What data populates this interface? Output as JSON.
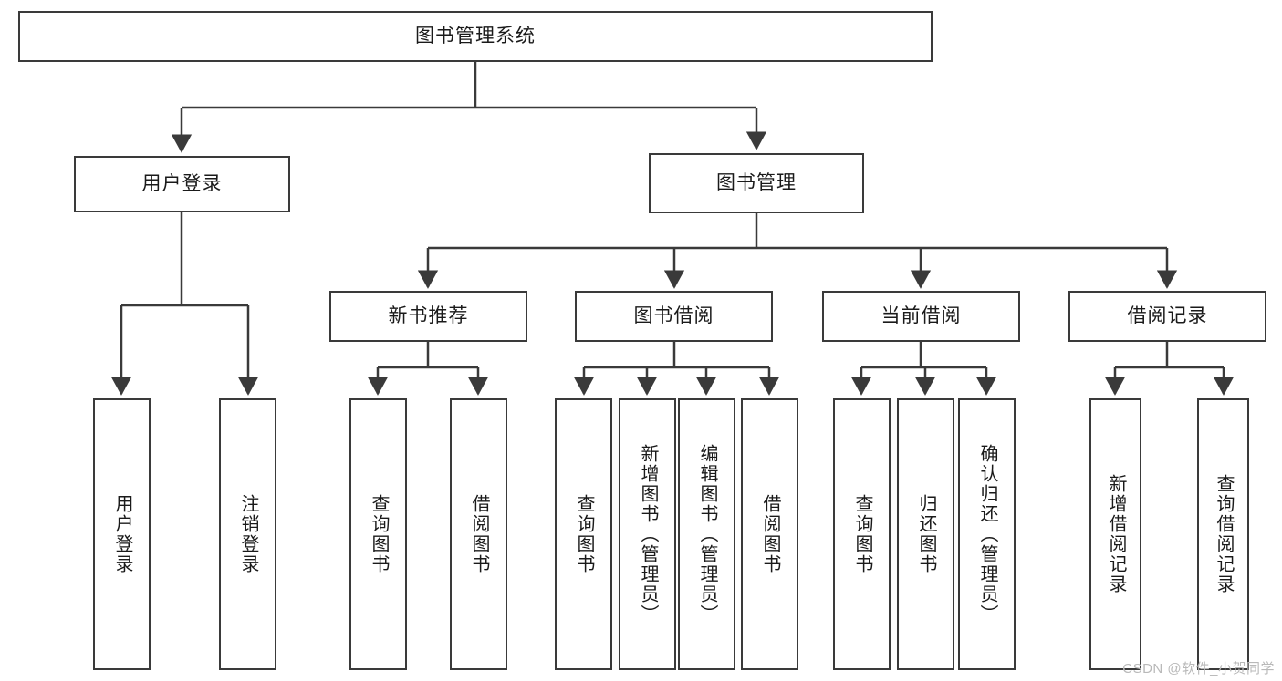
{
  "diagram": {
    "type": "tree-hierarchy-chart",
    "title": "图书管理系统",
    "watermark": "CSDN @软件_小贺同学",
    "stroke_color": "#3a3a3a",
    "fill_color": "#ffffff",
    "text_color": "#1a1a1a",
    "watermark_color": "#b9b9b9",
    "root": {
      "label": "图书管理系统"
    },
    "level1": [
      {
        "label": "用户登录"
      },
      {
        "label": "图书管理"
      }
    ],
    "level2": [
      {
        "label": "新书推荐"
      },
      {
        "label": "图书借阅"
      },
      {
        "label": "当前借阅"
      },
      {
        "label": "借阅记录"
      }
    ],
    "leaves": {
      "user_login": [
        {
          "label": "用户登录"
        },
        {
          "label": "注销登录"
        }
      ],
      "new_book_recommend": [
        {
          "label": "查询图书"
        },
        {
          "label": "借阅图书"
        }
      ],
      "book_borrow": [
        {
          "label": "查询图书"
        },
        {
          "label": "新增图书（管理员）"
        },
        {
          "label": "编辑图书（管理员）"
        },
        {
          "label": "借阅图书"
        }
      ],
      "current_borrow": [
        {
          "label": "查询图书"
        },
        {
          "label": "归还图书"
        },
        {
          "label": "确认归还（管理员）"
        }
      ],
      "borrow_record": [
        {
          "label": "新增借阅记录"
        },
        {
          "label": "查询借阅记录"
        }
      ]
    }
  },
  "chart_data": {
    "type": "table",
    "title": "图书管理系统",
    "structure": [
      {
        "level": 0,
        "label": "图书管理系统",
        "children": [
          {
            "level": 1,
            "label": "用户登录",
            "children": [
              {
                "level": 2,
                "label": "用户登录"
              },
              {
                "level": 2,
                "label": "注销登录"
              }
            ]
          },
          {
            "level": 1,
            "label": "图书管理",
            "children": [
              {
                "level": 2,
                "label": "新书推荐",
                "children": [
                  {
                    "level": 3,
                    "label": "查询图书"
                  },
                  {
                    "level": 3,
                    "label": "借阅图书"
                  }
                ]
              },
              {
                "level": 2,
                "label": "图书借阅",
                "children": [
                  {
                    "level": 3,
                    "label": "查询图书"
                  },
                  {
                    "level": 3,
                    "label": "新增图书（管理员）"
                  },
                  {
                    "level": 3,
                    "label": "编辑图书（管理员）"
                  },
                  {
                    "level": 3,
                    "label": "借阅图书"
                  }
                ]
              },
              {
                "level": 2,
                "label": "当前借阅",
                "children": [
                  {
                    "level": 3,
                    "label": "查询图书"
                  },
                  {
                    "level": 3,
                    "label": "归还图书"
                  },
                  {
                    "level": 3,
                    "label": "确认归还（管理员）"
                  }
                ]
              },
              {
                "level": 2,
                "label": "借阅记录",
                "children": [
                  {
                    "level": 3,
                    "label": "新增借阅记录"
                  },
                  {
                    "level": 3,
                    "label": "查询借阅记录"
                  }
                ]
              }
            ]
          }
        ]
      }
    ]
  }
}
